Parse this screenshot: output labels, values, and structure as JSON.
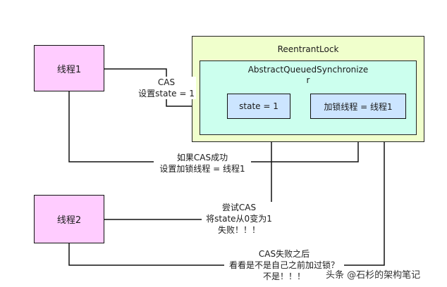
{
  "threads": {
    "t1": "线程1",
    "t2": "线程2"
  },
  "lock": {
    "title": "ReentrantLock",
    "aqs_line1": "AbstractQueuedSynchronize",
    "aqs_line2": "r",
    "state_field": "state = 1",
    "owner_field": "加锁线程 = 线程1"
  },
  "annotations": {
    "cas1_line1": "CAS",
    "cas1_line2": "设置state = 1",
    "success_line1": "如果CAS成功",
    "success_line2": "设置加锁线程 = 线程1",
    "try_line1": "尝试CAS",
    "try_line2": "将state从0变为1",
    "try_line3": "失败！！！",
    "fail_line1": "CAS失败之后",
    "fail_line2": "看看是不是自己之前加过锁？",
    "fail_line3": "不是！！！"
  },
  "watermark": "头条 @石杉的架构笔记",
  "colors": {
    "thread_fill": "#ffccff",
    "outer_fill": "#f0ffcc",
    "inner_fill": "#ccffee",
    "field_fill": "#cce5ff"
  }
}
